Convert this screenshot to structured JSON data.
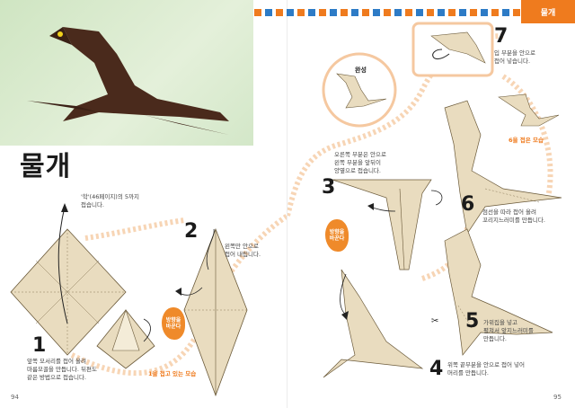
{
  "header": {
    "title": "물개",
    "banner_label": "물개",
    "square_colors": [
      "#ef7b1e",
      "#2d7bc6",
      "#ef7b1e",
      "#2d7bc6",
      "#ef7b1e",
      "#2d7bc6",
      "#ef7b1e",
      "#2d7bc6",
      "#ef7b1e",
      "#2d7bc6",
      "#ef7b1e",
      "#2d7bc6",
      "#ef7b1e",
      "#2d7bc6",
      "#ef7b1e",
      "#2d7bc6",
      "#ef7b1e",
      "#2d7bc6",
      "#ef7b1e",
      "#2d7bc6",
      "#ef7b1e",
      "#2d7bc6",
      "#ef7b1e",
      "#2d7bc6",
      "#ef7b1e"
    ]
  },
  "colors": {
    "accent_orange": "#ef7b1e",
    "accent_blue": "#2d7bc6",
    "paper_tan": "#e9dcbf",
    "seal_brown": "#4a2a1c"
  },
  "steps": {
    "s1": {
      "num": "1",
      "text": "앞쪽 모서리를 접어 올려\n마름모꼴을 만듭니다. 뒤편도\n같은 방법으로 접습니다."
    },
    "s1_hint": "'학'(46페이지)의 5까지\n접습니다.",
    "s1_caption": "1을 접고 있는 모습",
    "s2": {
      "num": "2",
      "text": "왼쪽만 안으로\n접어 내립니다."
    },
    "s3": {
      "num": "3",
      "text": "오른쪽 부분은 안으로\n왼쪽 부분을 앞뒤이\n양옆으로 접습니다."
    },
    "s4": {
      "num": "4",
      "text": "위쪽 끝부분을 안으로 접어 넣어\n머리를 만듭니다."
    },
    "s5": {
      "num": "5",
      "text": "가위집을 넣고\n펼쳐서 앞지느러미를\n만듭니다."
    },
    "s6": {
      "num": "6",
      "text": "점선을 따라 접어 올려\n꼬리지느러미를 만듭니다."
    },
    "s6_caption": "6을 접은 모습",
    "s7": {
      "num": "7",
      "text": "입 부분을 안으로\n접어 넣습니다."
    },
    "complete": "완성"
  },
  "badges": {
    "b1": "방향을\n바꾼다",
    "b2": "방향을\n바꾼다"
  },
  "page_numbers": {
    "left": "94",
    "right": "95"
  }
}
